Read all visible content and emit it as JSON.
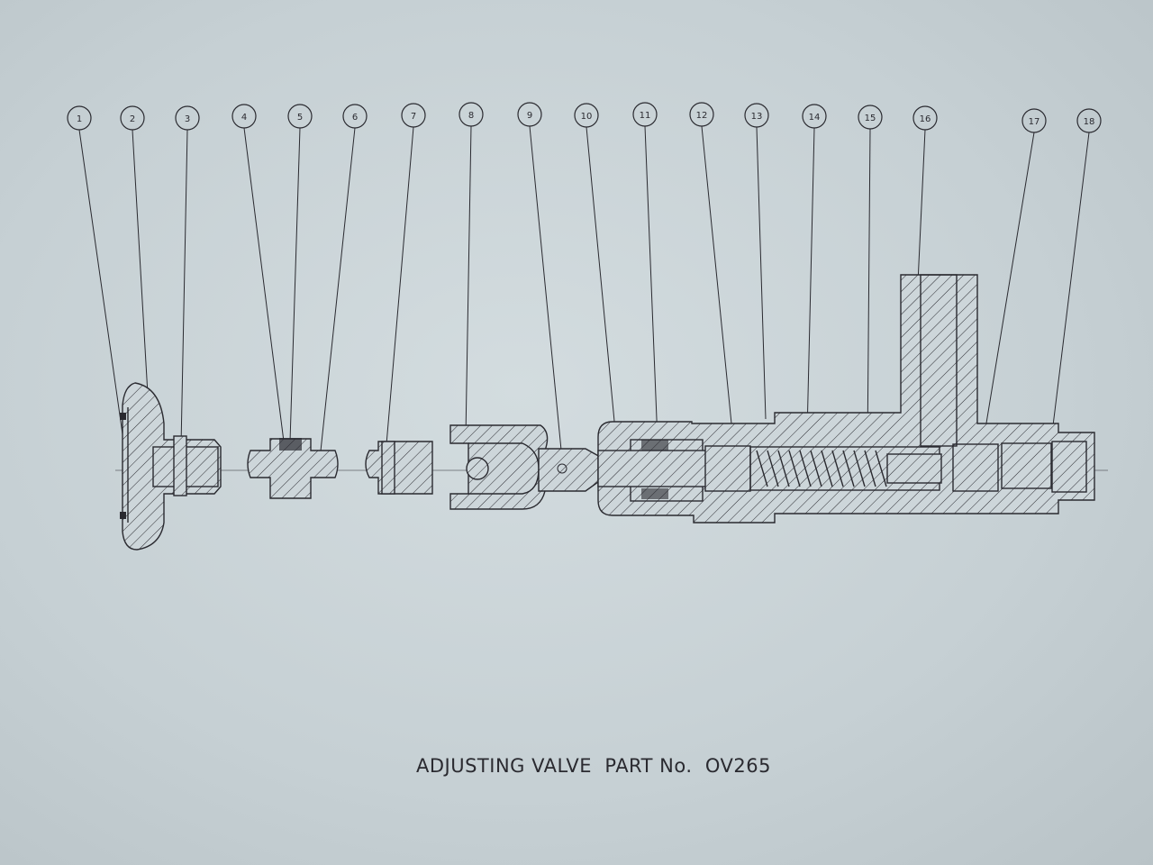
{
  "diagram": {
    "title": "ADJUSTING VALVE  PART No.  OV265",
    "part_numbers": [
      "1",
      "2",
      "3",
      "4",
      "5",
      "6",
      "7",
      "8",
      "9",
      "10",
      "11",
      "12",
      "13",
      "14",
      "15",
      "16",
      "17",
      "18"
    ]
  },
  "colors": {
    "paper": "#c9d3d7",
    "ink": "#2a2a30"
  }
}
